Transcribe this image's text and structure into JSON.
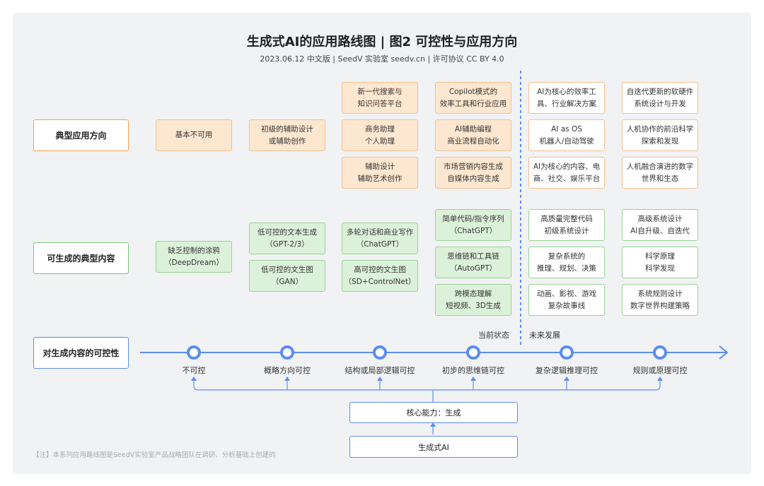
{
  "header": {
    "title": "生成式AI的应用路线图 | 图2 可控性与应用方向",
    "subtitle": "2023.06.12 中文版 | SeedV 实验室 seedv.cn | 许可协议 CC BY 4.0"
  },
  "rows": {
    "applications": "典型应用方向",
    "content": "可生成的典型内容",
    "controllability": "对生成内容的可控性"
  },
  "applications": {
    "c1": "基本不可用",
    "c2": "初级的辅助设计\n或辅助创作",
    "c3": [
      "新一代搜索与\n知识问答平台",
      "商务助理\n个人助理",
      "辅助设计\n辅助艺术创作"
    ],
    "c4": [
      "Copilot模式的\n效率工具和行业应用",
      "AI辅助编程\n商业流程自动化",
      "市场营销内容生成\n自媒体内容生成"
    ],
    "c5": [
      "AI为核心的效率工\n具、行业解决方案",
      "AI as OS\n机器人/自动驾驶",
      "AI为核心的内容、电\n商、社交、娱乐平台"
    ],
    "c6": [
      "自迭代更新的软硬件\n系统设计与开发",
      "人机协作的前沿科学\n探索和发现",
      "人机融合演进的数字\n世界和生态"
    ]
  },
  "content": {
    "c1": "缺乏控制的涂鸦\n（DeepDream）",
    "c2": [
      "低可控的文本生成\n（GPT-2/3）",
      "低可控的文生图\n（GAN）"
    ],
    "c3": [
      "多轮对话和商业写作\n（ChatGPT）",
      "高可控的文生图\n（SD+ControlNet）"
    ],
    "c4": [
      "简单代码/指令序列\n（ChatGPT）",
      "思维链和工具链\n（AutoGPT）",
      "跨模态理解\n短视频、3D生成"
    ],
    "c5": [
      "高质量完整代码\n初级系统设计",
      "复杂系统的\n推理、规划、决策",
      "动画、影视、游戏\n复杂故事线"
    ],
    "c6": [
      "高级系统设计\nAI自升级、自迭代",
      "科学原理\n科学发现",
      "系统规则设计\n数字世界构建策略"
    ]
  },
  "axis": {
    "current": "当前状态",
    "future": "未来发展",
    "stages": [
      "不可控",
      "概略方向可控",
      "结构或局部逻辑可控",
      "初步的思维链可控",
      "复杂逻辑推理可控",
      "规则或原理可控"
    ]
  },
  "core": {
    "capability": "核心能力：生成",
    "genai": "生成式AI"
  },
  "note": "【注】本系列应用路线图是SeedV实验室产品战略团队在调研、分析基础上创建的",
  "colors": {
    "blue": "#5b8ef0",
    "orange_border": "#f5c08c",
    "orange_fill": "#fde7d0",
    "green_border": "#98d494",
    "green_fill": "#dcf1d9"
  }
}
